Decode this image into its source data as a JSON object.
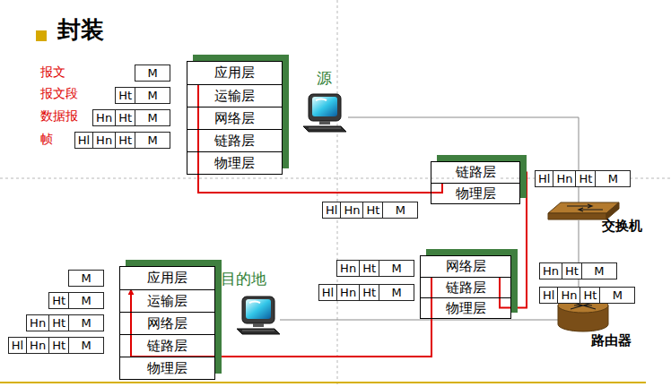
{
  "diagram": {
    "title": "封装",
    "nodes": [
      {
        "text": [
          "源"
        ]
      },
      {
        "text": [
          "应用层"
        ],
        "in": 0
      },
      {
        "text": [
          "运输层"
        ],
        "in": 0
      },
      {
        "text": [
          "网络层"
        ],
        "in": 0
      },
      {
        "text": [
          "链路层"
        ],
        "in": 0
      },
      {
        "text": [
          "物理层"
        ],
        "in": 0
      },
      {
        "text": [
          "交换机"
        ]
      },
      {
        "text": [
          "链路层"
        ],
        "in": 6
      },
      {
        "text": [
          "物理层"
        ],
        "in": 6
      },
      {
        "text": [
          "路由器"
        ]
      },
      {
        "text": [
          "网络层"
        ],
        "in": 9
      },
      {
        "text": [
          "链路层"
        ],
        "in": 9
      },
      {
        "text": [
          "物理层"
        ],
        "in": 9
      },
      {
        "text": [
          "目的地"
        ]
      },
      {
        "text": [
          "应用层"
        ],
        "in": 13
      },
      {
        "text": [
          "运输层"
        ],
        "in": 13
      },
      {
        "text": [
          "网络层"
        ],
        "in": 13
      },
      {
        "text": [
          "链路层"
        ],
        "in": 13
      },
      {
        "text": [
          "物理层"
        ],
        "in": 13
      },
      {
        "text": [
          "M"
        ]
      },
      {
        "text": [
          "Ht",
          "M"
        ]
      },
      {
        "text": [
          "Hn",
          "Ht",
          "M"
        ]
      },
      {
        "text": [
          "Hl",
          "Hn",
          "Ht",
          "M"
        ]
      },
      {
        "text": [
          "Hl",
          "Hn",
          "Ht",
          "M"
        ]
      },
      {
        "text": [
          "Hl",
          "Hn",
          "Ht",
          "M"
        ]
      },
      {
        "text": [
          "Hn",
          "Ht",
          "M"
        ]
      },
      {
        "text": [
          "Hl",
          "Hn",
          "Ht",
          "M"
        ]
      },
      {
        "text": [
          "Hn",
          "Ht",
          "M"
        ]
      },
      {
        "text": [
          "Hl",
          "Hn",
          "Ht",
          "M"
        ]
      },
      {
        "text": [
          "M"
        ]
      },
      {
        "text": [
          "Ht",
          "M"
        ]
      },
      {
        "text": [
          "Hn",
          "Ht",
          "M"
        ]
      },
      {
        "text": [
          "Hl",
          "Hn",
          "Ht",
          "M"
        ]
      }
    ],
    "edges": [
      {
        "from": 1,
        "to": 7,
        "arrow": "none"
      },
      {
        "from": 7,
        "to": 10,
        "arrow": "none"
      },
      {
        "from": 10,
        "to": 14,
        "arrow": "to"
      }
    ],
    "labels": [
      "报文",
      "报文段",
      "数据报",
      "帧"
    ]
  }
}
